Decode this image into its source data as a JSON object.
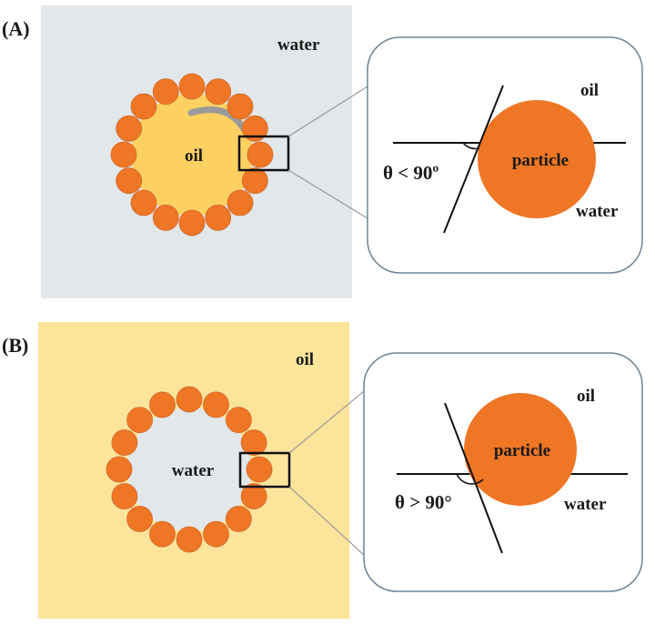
{
  "panels": [
    {
      "label": "(A)",
      "outer_medium": "water",
      "inner_medium": "oil",
      "zoom": {
        "top_medium": "oil",
        "bottom_medium": "water",
        "particle": "particle",
        "angle": "θ < 90º"
      }
    },
    {
      "label": "(B)",
      "outer_medium": "oil",
      "inner_medium": "water",
      "zoom": {
        "top_medium": "oil",
        "bottom_medium": "water",
        "particle": "particle",
        "angle": "θ > 90°"
      }
    }
  ],
  "colors": {
    "water": "#e2e7ea",
    "oil_bg": "#fde49b",
    "oil_drop": "#fdd062",
    "particle": "#ef7625",
    "particle_edge": "#cf6a2c",
    "gray_arc": "#9a9a9a"
  }
}
